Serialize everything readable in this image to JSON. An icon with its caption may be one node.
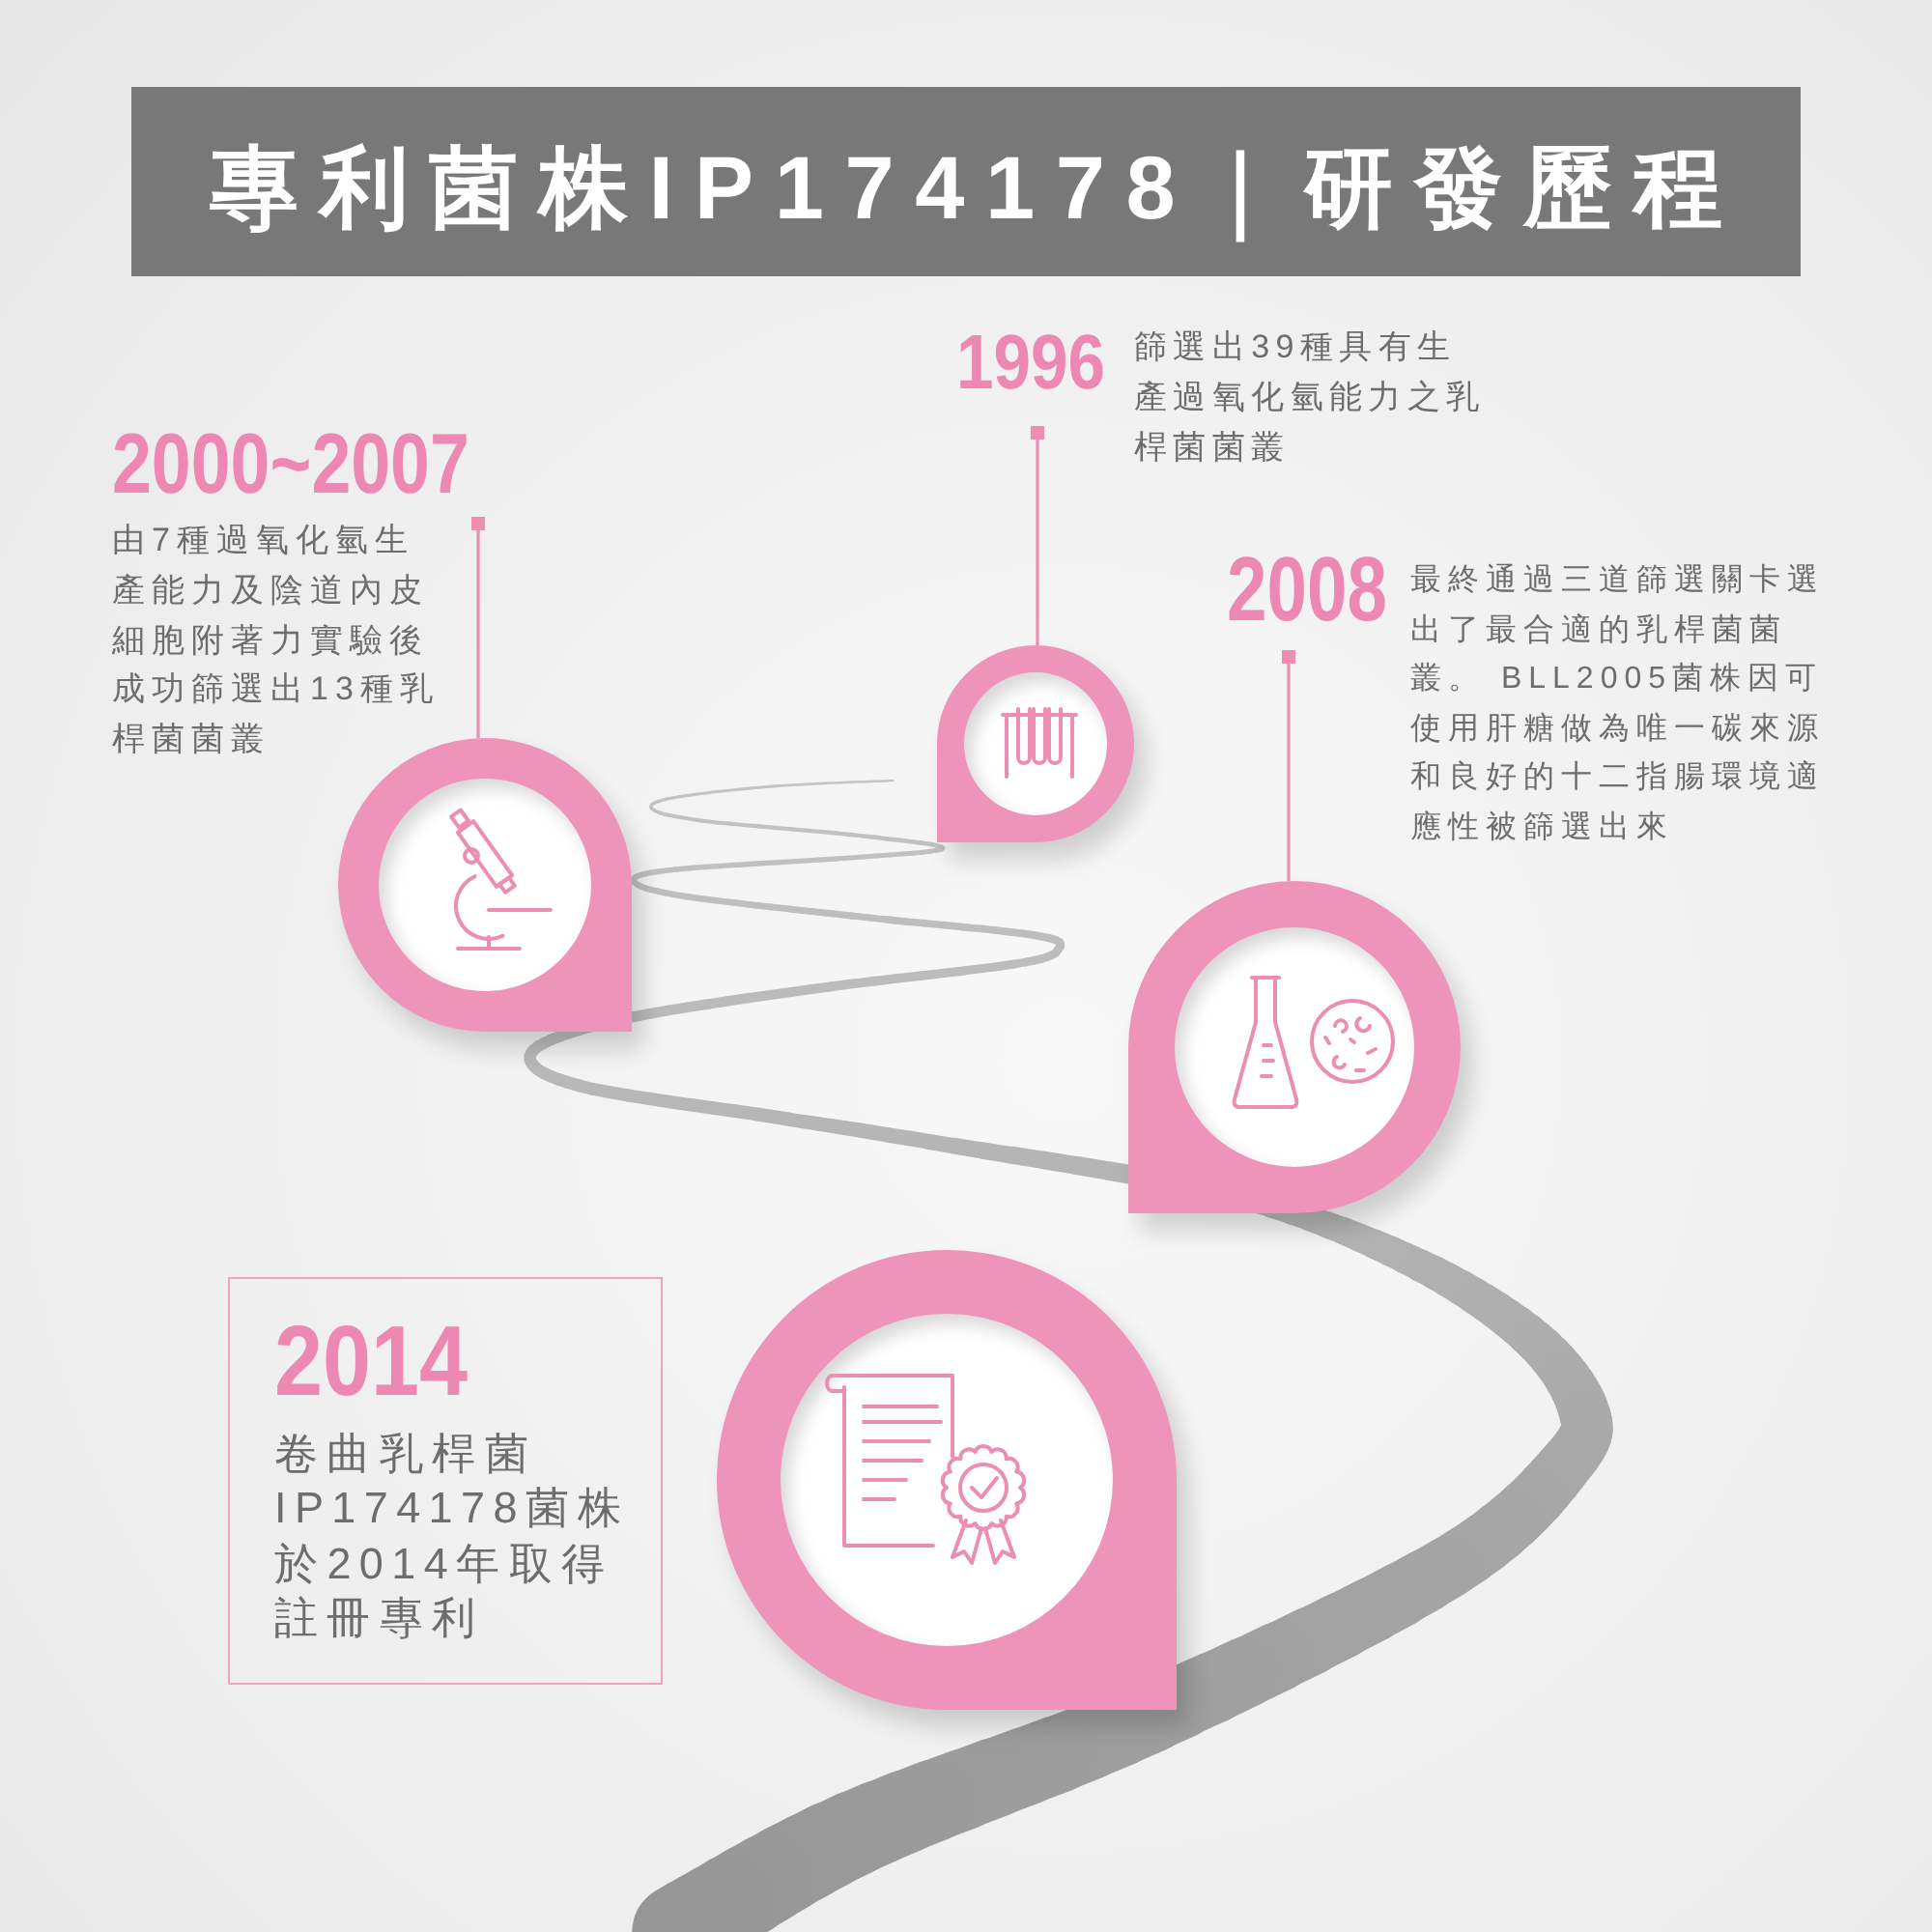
{
  "diagram": {
    "title": "專利菌株IP174178｜研發歷程",
    "nodes": [
      {
        "text": [
          "2000~2007",
          "由7種過氧化氫生產能力及陰道內皮細胞附著力實驗後成功篩選出13種乳桿菌菌叢"
        ]
      },
      {
        "text": [],
        "shape": "pin"
      },
      {
        "text": [
          "1996",
          "篩選出39種具有生產過氧化氫能力之乳桿菌菌叢"
        ]
      },
      {
        "text": [],
        "shape": "pin"
      },
      {
        "text": [
          "2008",
          "最終通過三道篩選關卡選出了最合適的乳桿菌菌叢。 BLL2005菌株因可使用肝糖做為唯一碳來源和良好的十二指腸環境適應性被篩選出來"
        ]
      },
      {
        "text": [],
        "shape": "pin"
      },
      {
        "text": [
          "2014",
          "卷曲乳桿菌IP174178菌株於2014年取得註冊專利"
        ]
      },
      {
        "text": [],
        "shape": "pin"
      }
    ],
    "edges": [
      {
        "from": 0,
        "to": 1,
        "arrow": "other"
      },
      {
        "from": 2,
        "to": 3,
        "arrow": "other"
      },
      {
        "from": 4,
        "to": 5,
        "arrow": "other"
      }
    ]
  }
}
